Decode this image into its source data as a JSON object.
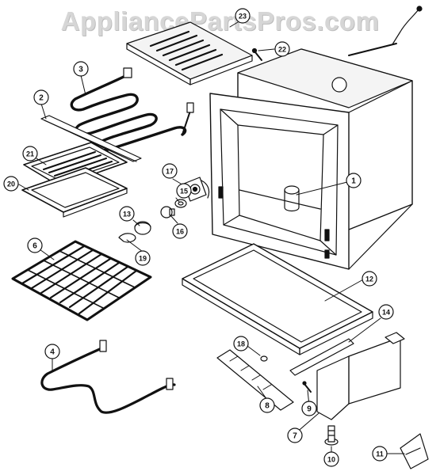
{
  "watermark": "AppliancePartsPros.com",
  "colors": {
    "ink": "#111111",
    "paper": "#ffffff",
    "watermark": "#d6d6d6",
    "fill": "#f4f4f4"
  },
  "callouts": [
    {
      "id": "1",
      "part": "oven-cavity"
    },
    {
      "id": "2",
      "part": "element-bracket"
    },
    {
      "id": "3",
      "part": "broil-element"
    },
    {
      "id": "4",
      "part": "bake-element"
    },
    {
      "id": "6",
      "part": "oven-rack"
    },
    {
      "id": "7",
      "part": "drawer-slide-bracket"
    },
    {
      "id": "8",
      "part": "drawer-front-support"
    },
    {
      "id": "9",
      "part": "screw"
    },
    {
      "id": "10",
      "part": "leveling-leg"
    },
    {
      "id": "11",
      "part": "anti-tip-bracket"
    },
    {
      "id": "12",
      "part": "oven-bottom-panel"
    },
    {
      "id": "13",
      "part": "light-lens"
    },
    {
      "id": "14",
      "part": "drawer-rail"
    },
    {
      "id": "15",
      "part": "lamp-socket"
    },
    {
      "id": "16",
      "part": "light-bulb"
    },
    {
      "id": "17",
      "part": "light-receptacle"
    },
    {
      "id": "18",
      "part": "screw-small"
    },
    {
      "id": "19",
      "part": "lens-gasket"
    },
    {
      "id": "20",
      "part": "broiler-pan"
    },
    {
      "id": "21",
      "part": "broiler-pan-insert"
    },
    {
      "id": "22",
      "part": "sensor-screw"
    },
    {
      "id": "23",
      "part": "heat-deflector"
    }
  ]
}
